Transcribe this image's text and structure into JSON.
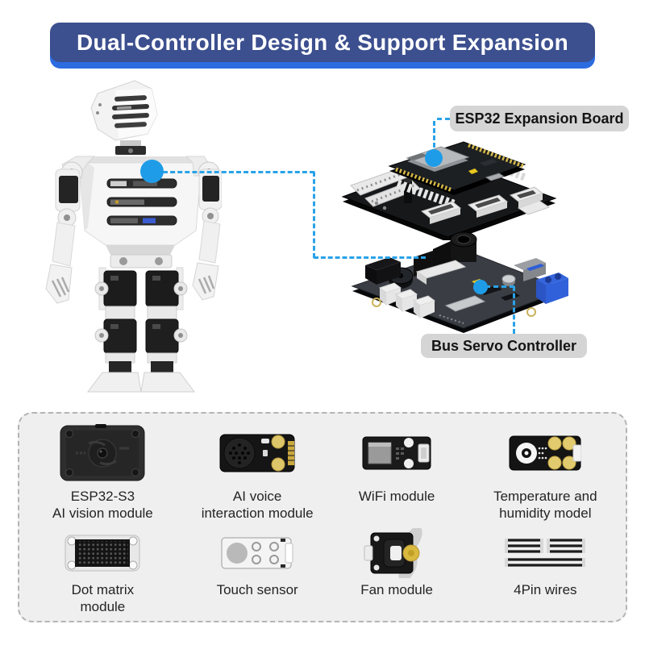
{
  "banner": {
    "title": "Dual-Controller Design & Support Expansion"
  },
  "callouts": {
    "expansion_board": "ESP32 Expansion Board",
    "servo_controller": "Bus Servo Controller"
  },
  "modules": {
    "items": [
      {
        "label": "ESP32-S3\nAI vision module"
      },
      {
        "label": "AI voice\ninteraction module"
      },
      {
        "label": "WiFi module"
      },
      {
        "label": "Temperature and\nhumidity model"
      },
      {
        "label": "Dot matrix\nmodule"
      },
      {
        "label": "Touch sensor"
      },
      {
        "label": "Fan module"
      },
      {
        "label": "4Pin wires"
      }
    ]
  },
  "colors": {
    "banner_bg": "#3c4f8e",
    "banner_shadow": "#2d6be0",
    "accent_blue": "#1f9ce8",
    "dash_blue": "#2aa2e8",
    "callout_label_bg": "#d5d5d5",
    "panel_bg": "#efefef",
    "panel_border": "#b4b4b4"
  }
}
